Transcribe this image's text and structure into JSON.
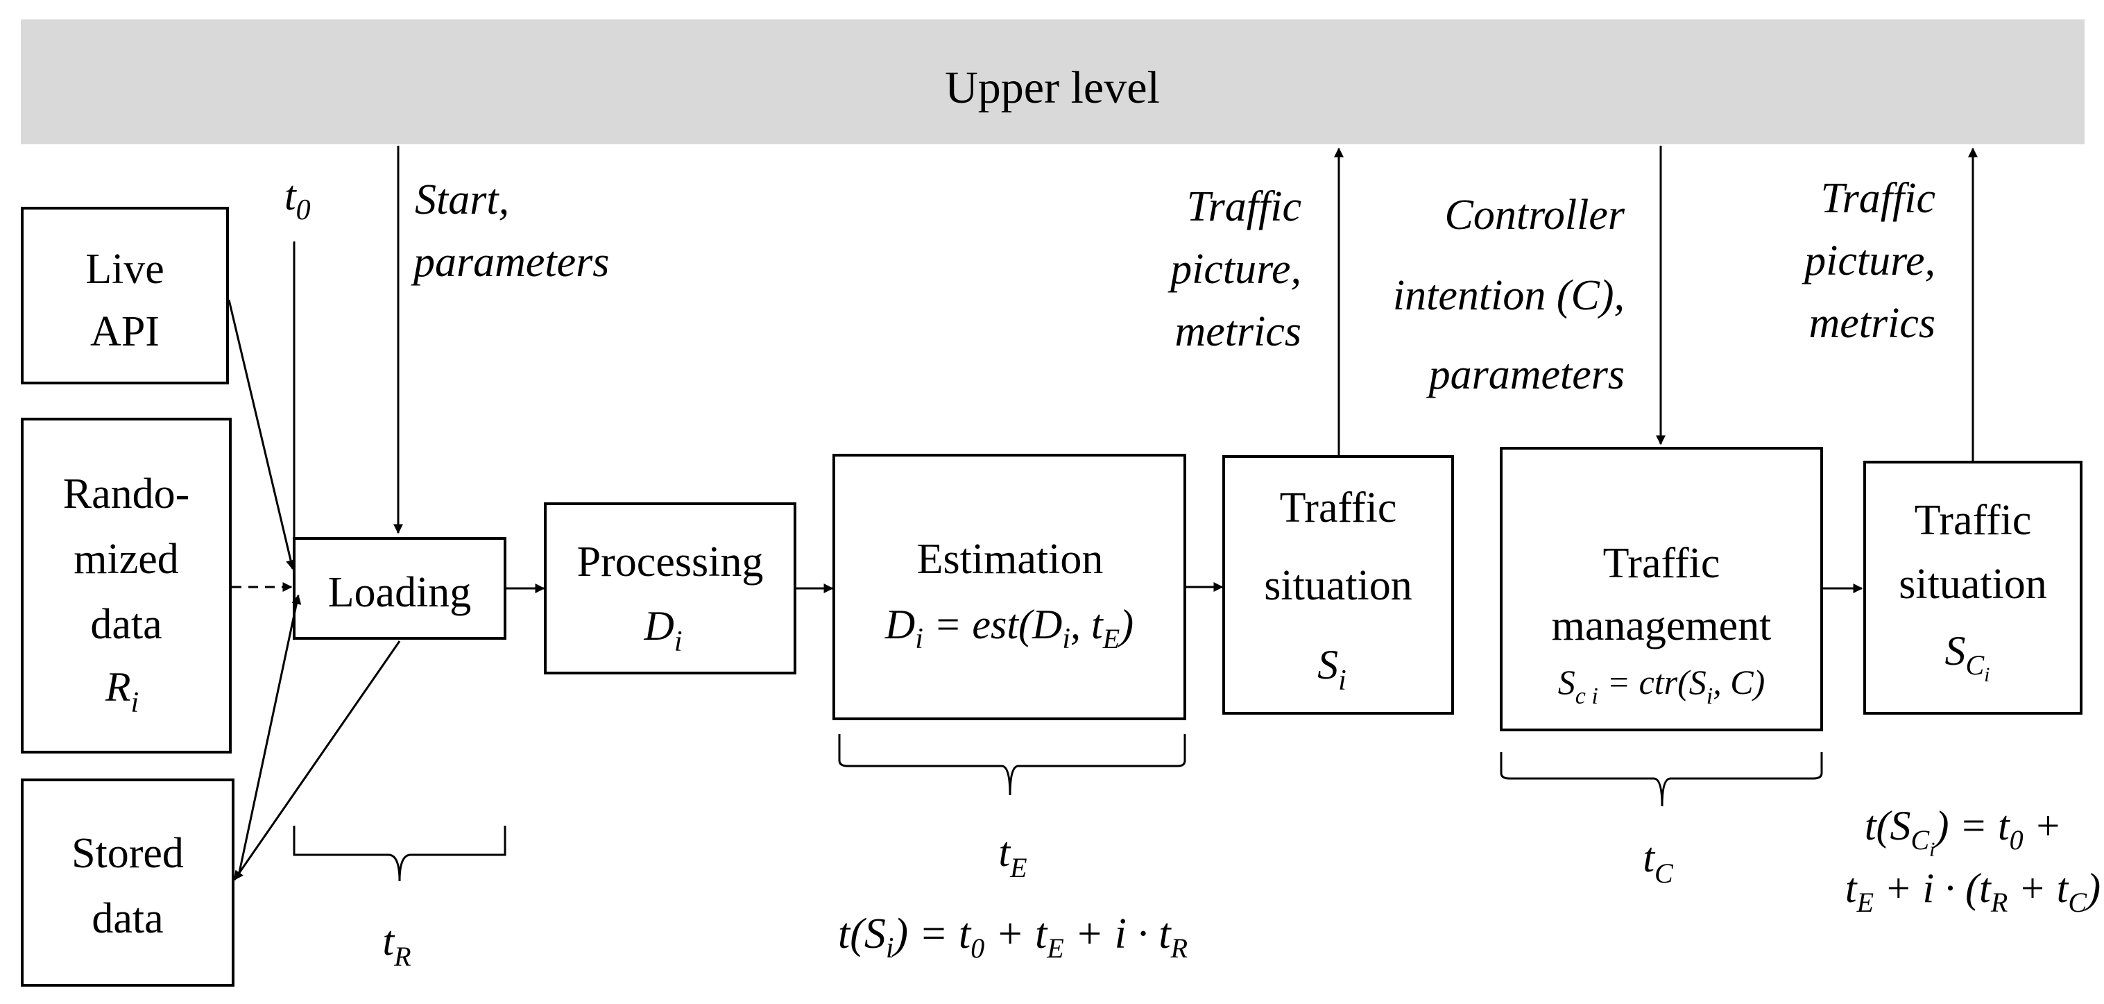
{
  "upper_level": "Upper level",
  "sources": {
    "live_api": [
      "Live",
      "API"
    ],
    "randomized": [
      "Rando-",
      "mized",
      "data"
    ],
    "randomized_sym": {
      "base": "R",
      "sub": "i"
    },
    "stored": [
      "Stored",
      "data"
    ]
  },
  "t0": {
    "base": "t",
    "sub": "0"
  },
  "start_params": [
    "Start,",
    "parameters"
  ],
  "loading": "Loading",
  "processing": {
    "label": "Processing",
    "sym_base": "D",
    "sym_sub": "i"
  },
  "estimation": {
    "label": "Estimation",
    "formula": "Dᵢ = est(Dᵢ, tₑ)"
  },
  "traffic_situation_1": {
    "label": [
      "Traffic",
      "situation"
    ],
    "sym_base": "S",
    "sym_sub": "i"
  },
  "traffic_picture_1": [
    "Traffic",
    "picture,",
    "metrics"
  ],
  "controller_intention": [
    "Controller",
    "intention (C),",
    "parameters"
  ],
  "traffic_management": {
    "label": [
      "Traffic",
      "management"
    ]
  },
  "traffic_situation_2": {
    "label": [
      "Traffic",
      "situation"
    ]
  },
  "traffic_picture_2": [
    "Traffic",
    "picture,",
    "metrics"
  ],
  "timing": {
    "tR": {
      "base": "t",
      "sub": "R"
    },
    "tE": {
      "base": "t",
      "sub": "E"
    },
    "tC": {
      "base": "t",
      "sub": "C"
    }
  }
}
